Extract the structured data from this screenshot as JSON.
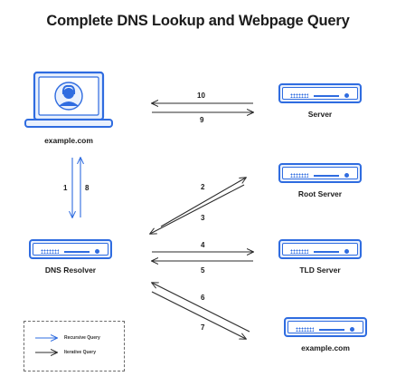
{
  "title": "Complete DNS Lookup and Webpage Query",
  "nodes": {
    "client": "example.com",
    "server": "Server",
    "root": "Root Server",
    "resolver": "DNS Resolver",
    "tld": "TLD Server",
    "auth": "example.com"
  },
  "steps": {
    "s1": "1",
    "s2": "2",
    "s3": "3",
    "s4": "4",
    "s5": "5",
    "s6": "6",
    "s7": "7",
    "s8": "8",
    "s9": "9",
    "s10": "10"
  },
  "legend": {
    "recursive": "Recursive Query",
    "iterative": "Iterative Query"
  },
  "colors": {
    "accent": "#2f6ce0",
    "accent_light": "#eaf1fd",
    "line": "#2b2b2b"
  }
}
